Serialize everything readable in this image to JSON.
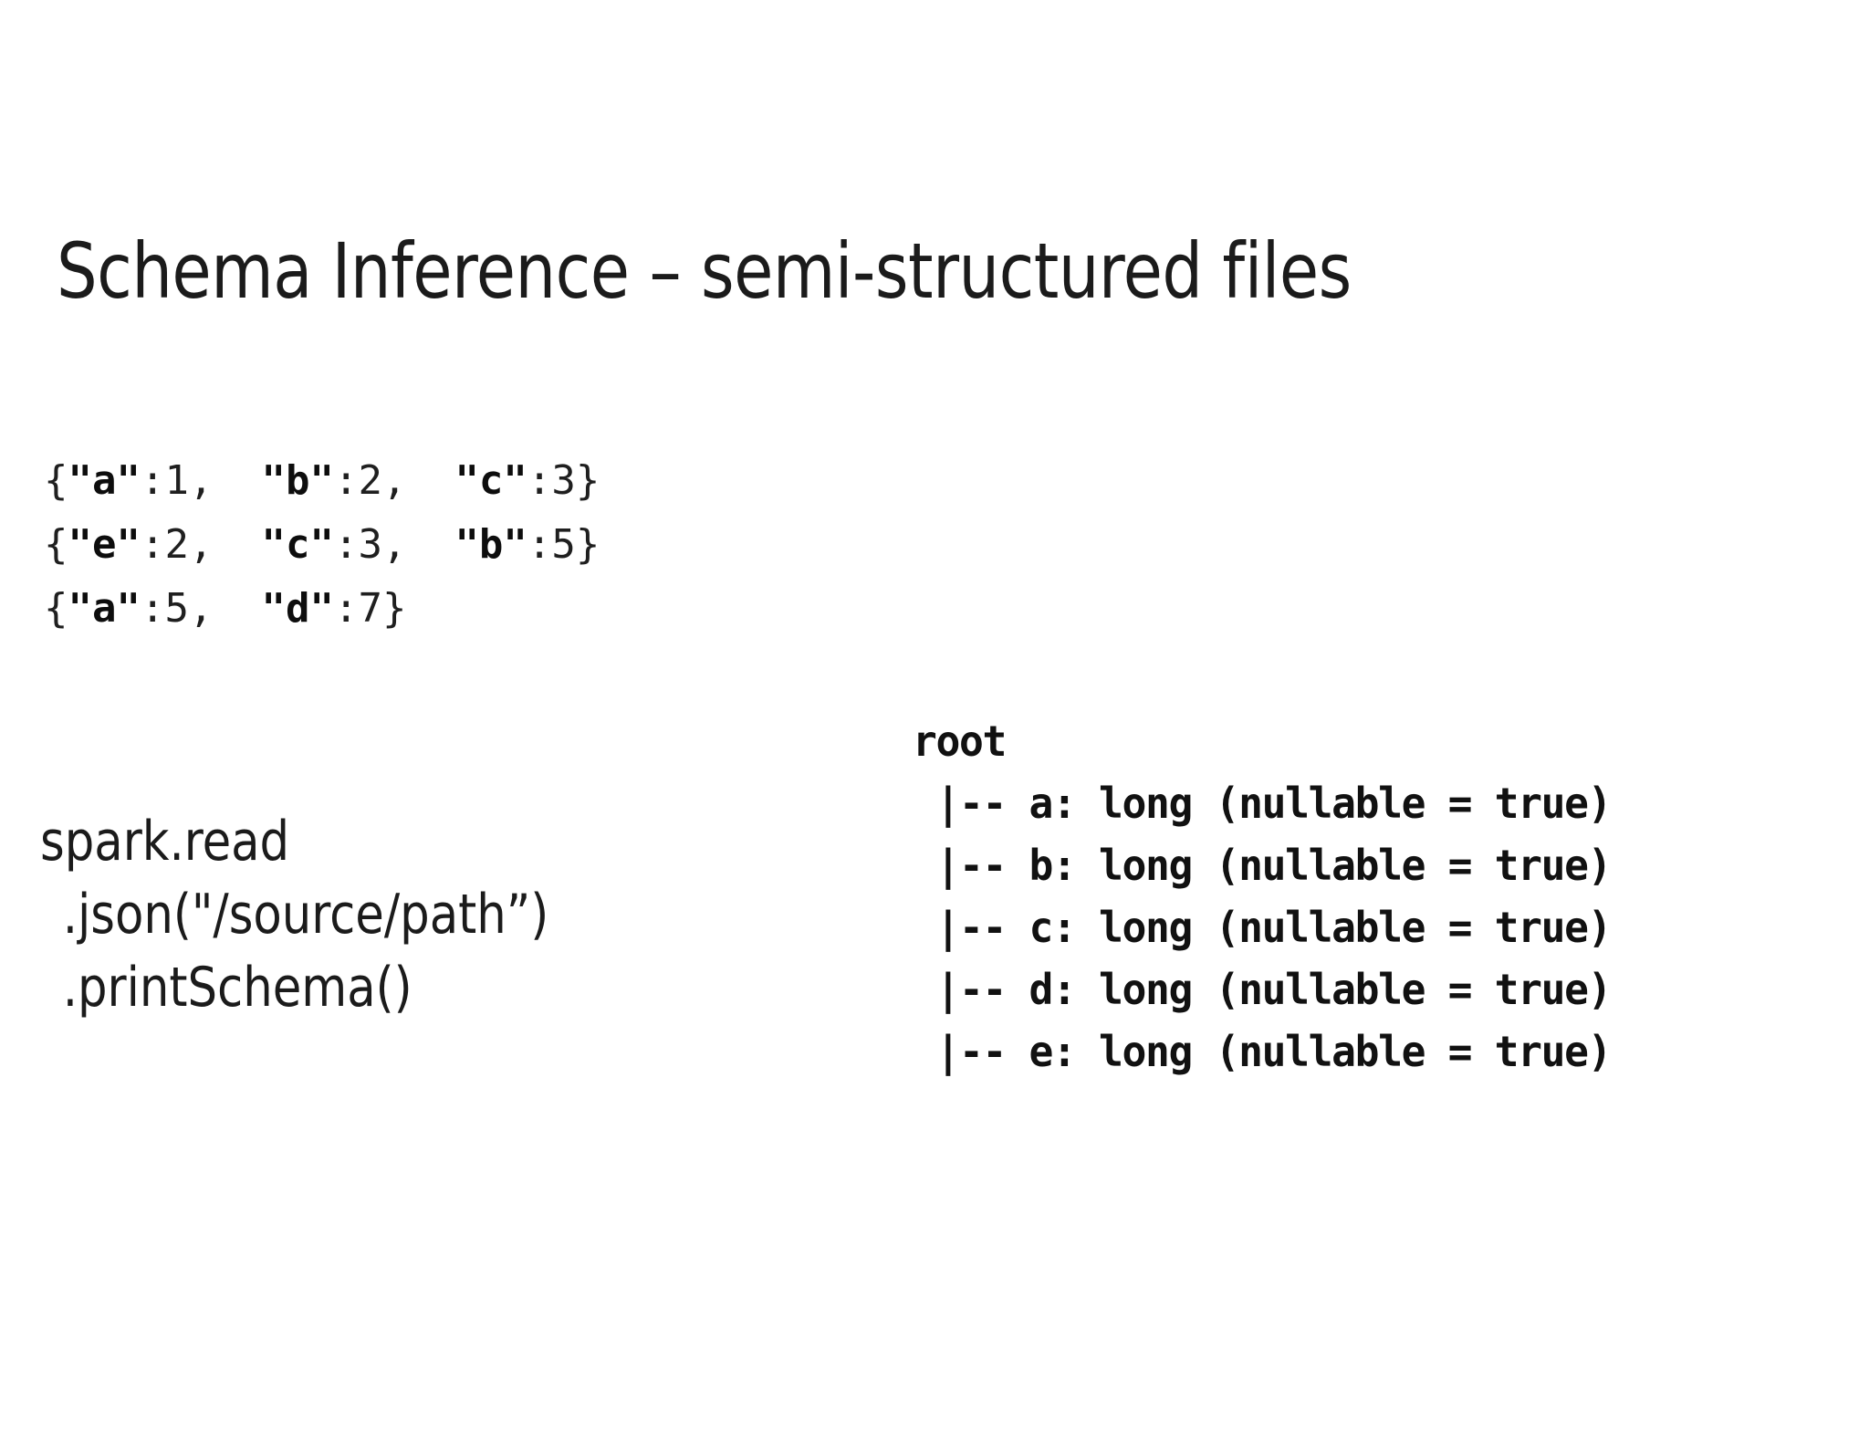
{
  "slide": {
    "title": "Schema Inference – semi-structured files",
    "background_color": "#ffffff",
    "text_color": "#1b1b1b"
  },
  "json_sample": {
    "lines": [
      {
        "open_brace": "{",
        "pairs": [
          {
            "key": "\"a\"",
            "colon": ":",
            "value": "1",
            "sep": ",  "
          },
          {
            "key": "\"b\"",
            "colon": ":",
            "value": "2",
            "sep": ",  "
          },
          {
            "key": "\"c\"",
            "colon": ":",
            "value": "3",
            "sep": ""
          }
        ],
        "close_brace": "}"
      },
      {
        "open_brace": "{",
        "pairs": [
          {
            "key": "\"e\"",
            "colon": ":",
            "value": "2",
            "sep": ",  "
          },
          {
            "key": "\"c\"",
            "colon": ":",
            "value": "3",
            "sep": ",  "
          },
          {
            "key": "\"b\"",
            "colon": ":",
            "value": "5",
            "sep": ""
          }
        ],
        "close_brace": "}"
      },
      {
        "open_brace": "{",
        "pairs": [
          {
            "key": "\"a\"",
            "colon": ":",
            "value": "5",
            "sep": ",  "
          },
          {
            "key": "\"d\"",
            "colon": ":",
            "value": "7",
            "sep": ""
          }
        ],
        "close_brace": "}"
      }
    ]
  },
  "spark_code": {
    "lines": [
      "spark.read",
      ".json(\"/source/path”)",
      ".printSchema()"
    ]
  },
  "schema_output": {
    "root_label": "root",
    "branch_prefix": " |-- ",
    "fields": [
      {
        "name": "a",
        "type": "long",
        "nullable": "(nullable = true)"
      },
      {
        "name": "b",
        "type": "long",
        "nullable": "(nullable = true)"
      },
      {
        "name": "c",
        "type": "long",
        "nullable": "(nullable = true)"
      },
      {
        "name": "d",
        "type": "long",
        "nullable": "(nullable = true)"
      },
      {
        "name": "e",
        "type": "long",
        "nullable": "(nullable = true)"
      }
    ]
  }
}
